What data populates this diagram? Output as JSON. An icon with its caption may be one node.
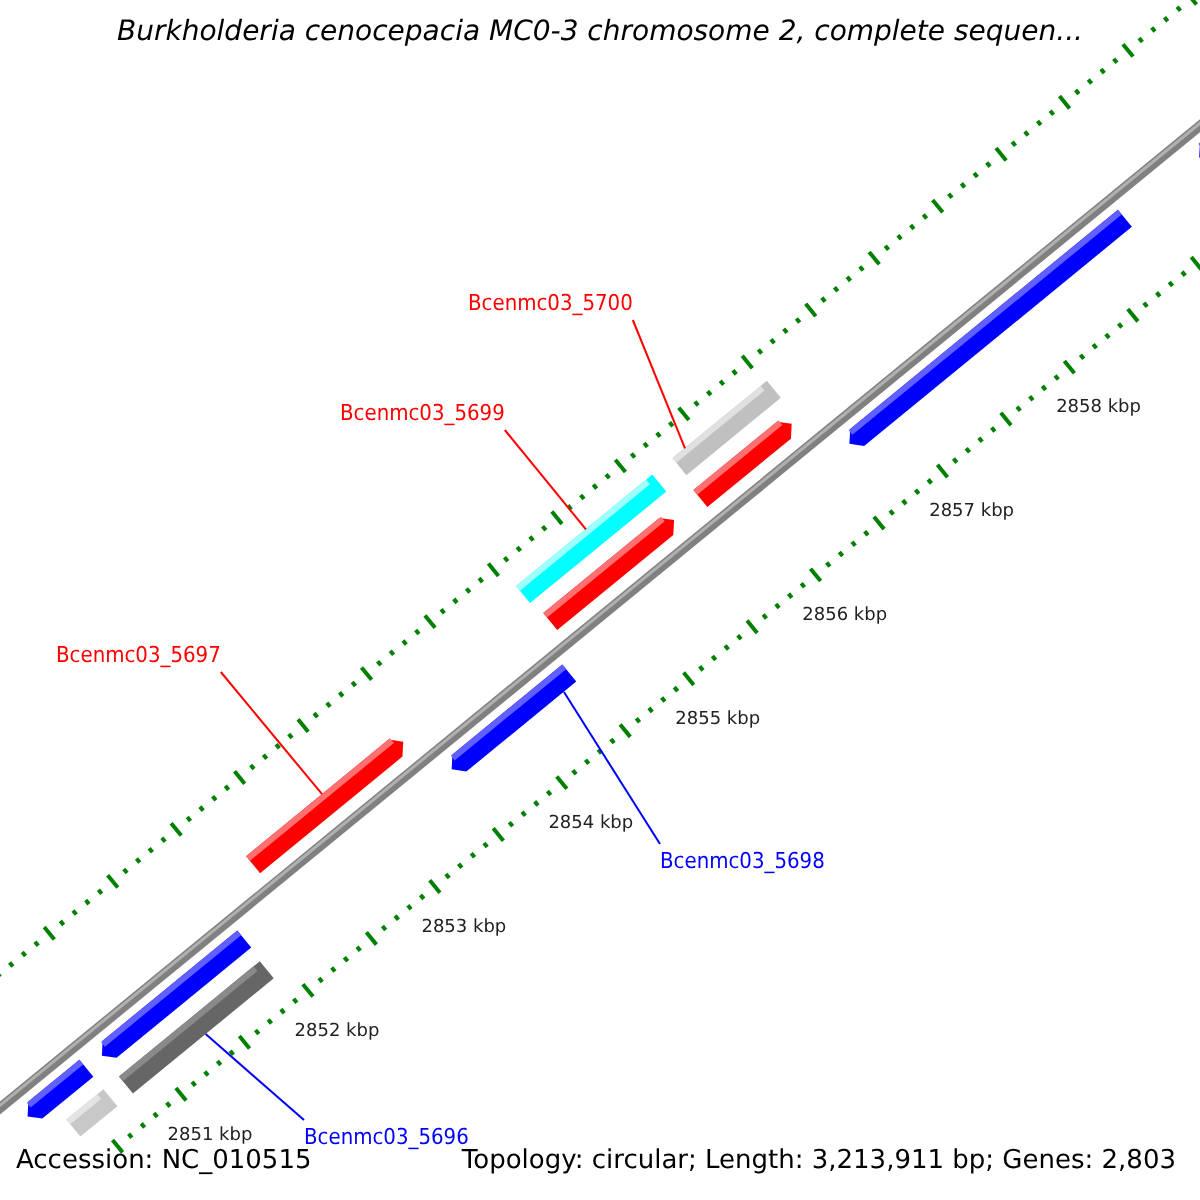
{
  "diagram": {
    "title": "Burkholderia cenocepacia MC0-3 chromosome 2, complete sequen...",
    "nodes": [
      {
        "text": [
          "Bcenmc03_5700"
        ]
      },
      {
        "text": [],
        "shape": "bar"
      },
      {
        "text": [
          "Bcenmc03_5699"
        ]
      },
      {
        "text": [],
        "shape": "bar"
      },
      {
        "text": [
          "Bcenmc03_5697"
        ]
      },
      {
        "text": [],
        "shape": "bar"
      },
      {
        "text": [
          "Bcenmc03_5698"
        ]
      },
      {
        "text": [],
        "shape": "bar"
      },
      {
        "text": [
          "Bcenmc03_5696"
        ]
      },
      {
        "text": [],
        "shape": "bar"
      },
      {
        "text": [],
        "shape": "bar"
      },
      {
        "text": [],
        "shape": "bar"
      },
      {
        "text": [],
        "shape": "bar"
      },
      {
        "text": [],
        "shape": "bar"
      },
      {
        "text": [],
        "shape": "bar"
      },
      {
        "text": [],
        "shape": "bar"
      },
      {
        "text": [],
        "shape": "bar"
      }
    ],
    "edges": [
      {
        "from": 0,
        "to": 1,
        "arrow": "none"
      },
      {
        "from": 2,
        "to": 3,
        "arrow": "none"
      },
      {
        "from": 4,
        "to": 5,
        "arrow": "none"
      },
      {
        "from": 6,
        "to": 7,
        "arrow": "none",
        "color": "#0000ff"
      },
      {
        "from": 8,
        "to": 9,
        "arrow": "none",
        "color": "#0000ff"
      }
    ],
    "labels": [
      "2858 kbp",
      "2857 kbp",
      "2856 kbp",
      "2855 kbp",
      "2854 kbp",
      "2853 kbp",
      "2852 kbp",
      "2851 kbp",
      "Accession: NC_010515",
      "Topology: circular; Length: 3,213,911 bp; Genes: 2,803"
    ]
  }
}
